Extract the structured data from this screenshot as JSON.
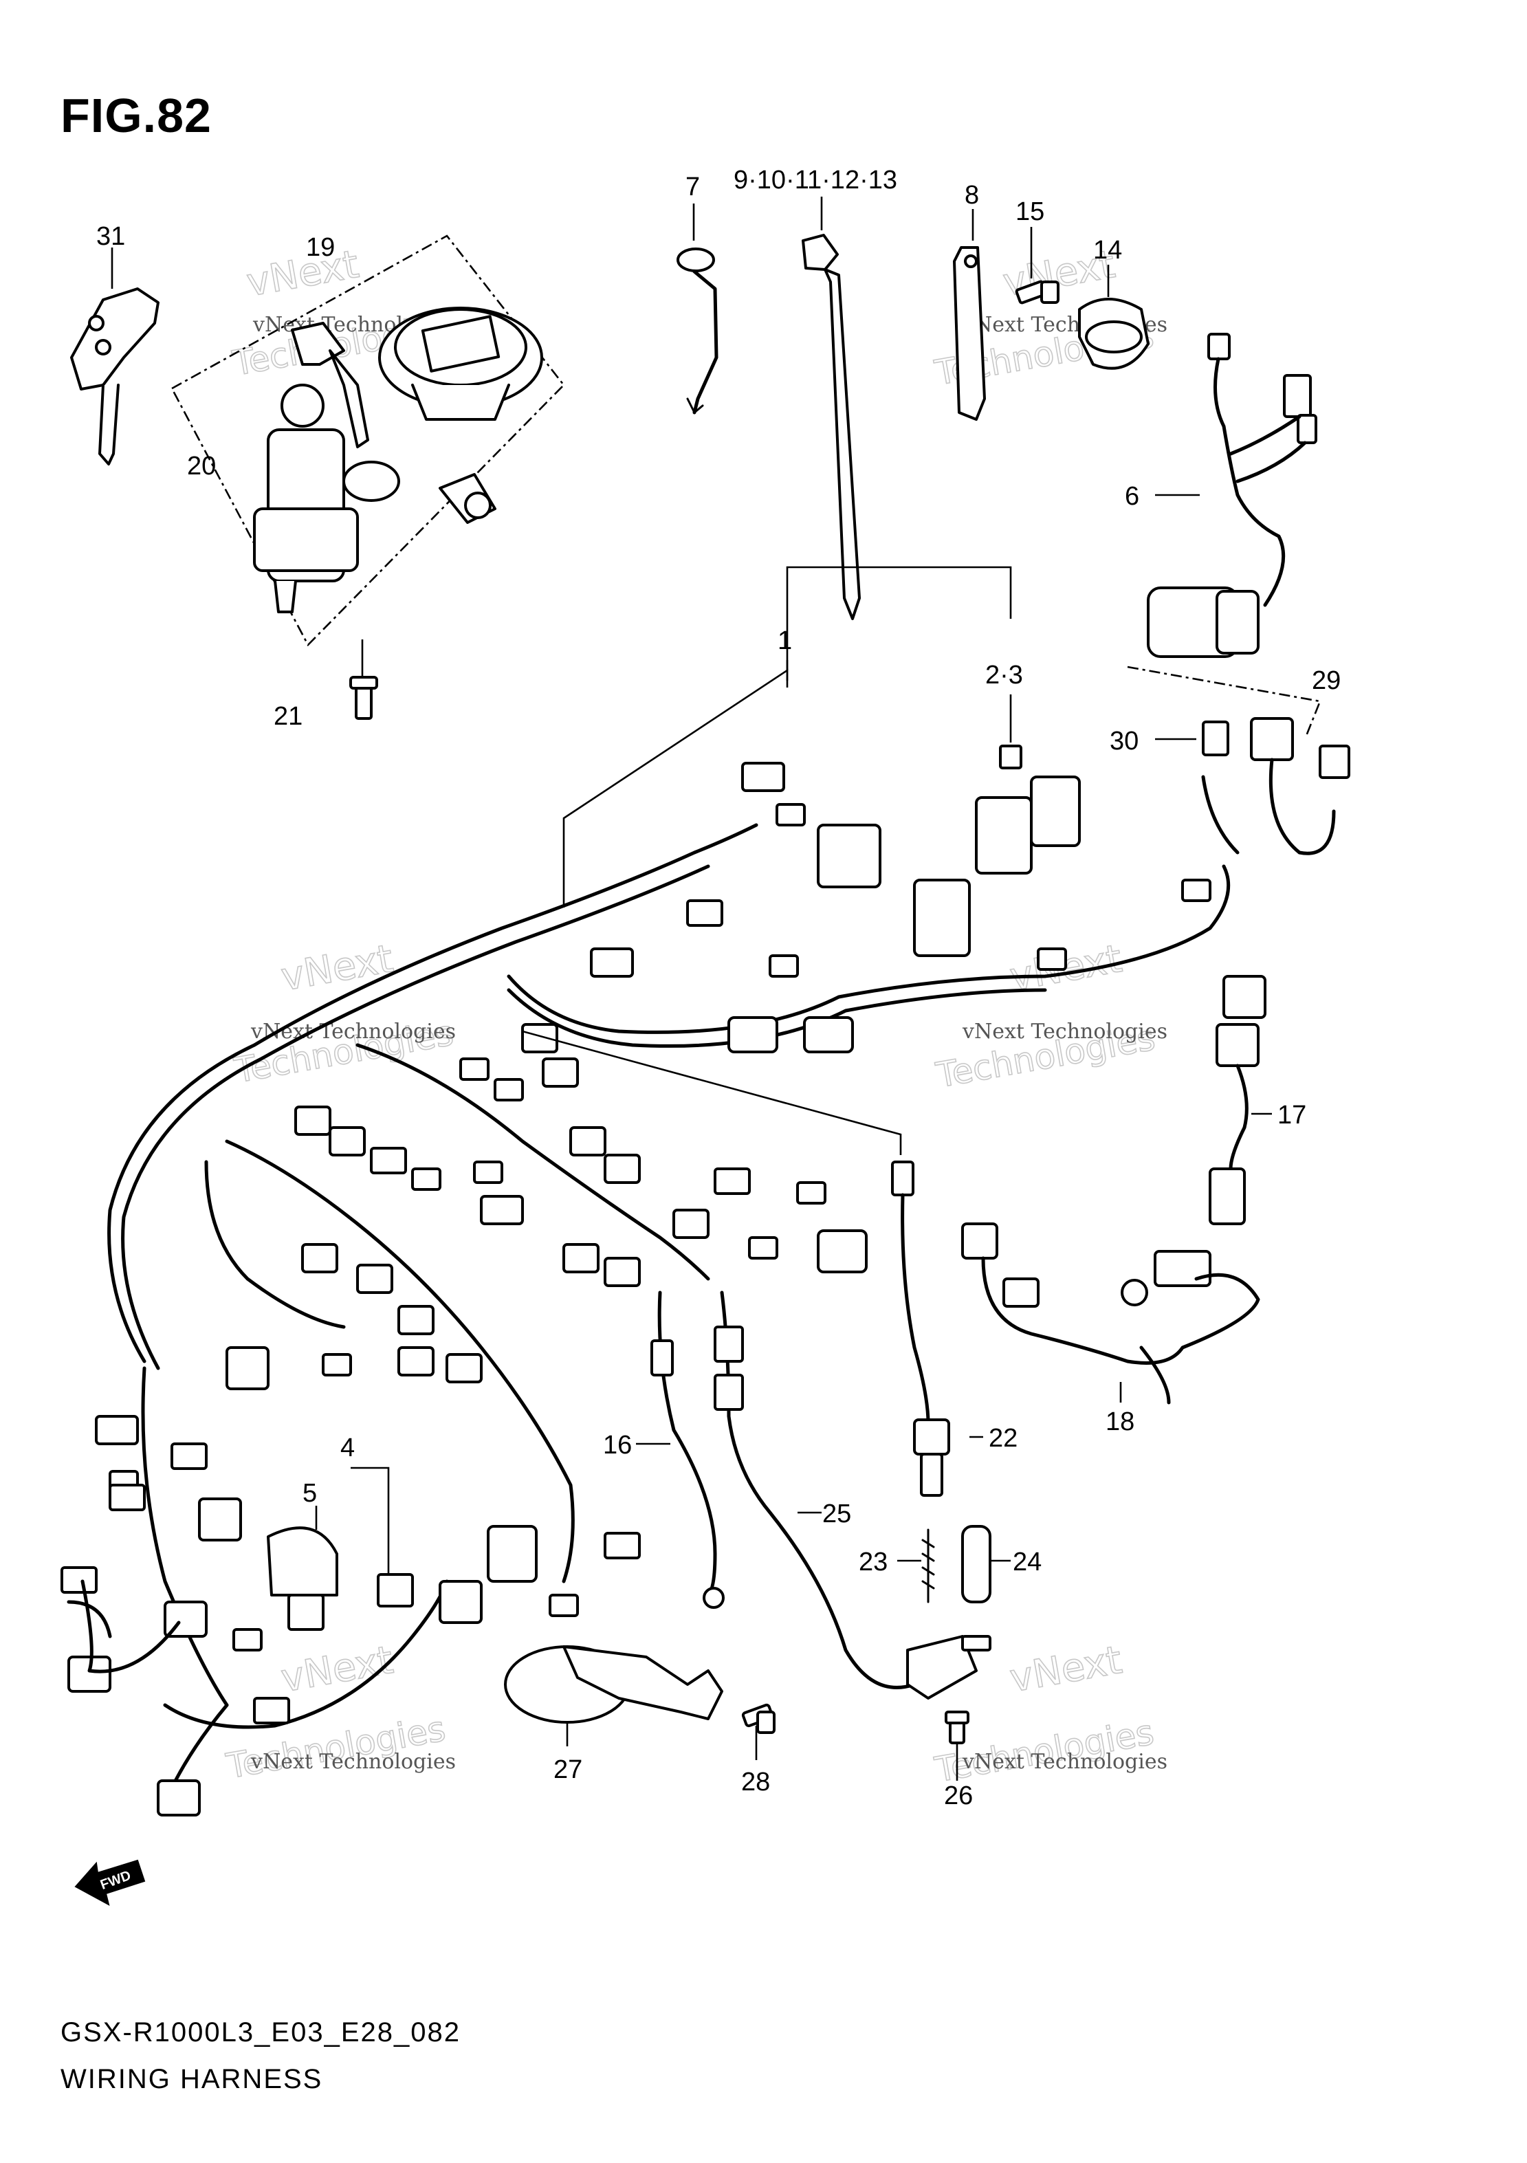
{
  "figure": {
    "title": "FIG.82",
    "model_code": "GSX-R1000L3_E03_E28_082",
    "name": "WIRING HARNESS"
  },
  "callouts": {
    "c1": "1",
    "c2_3": "2·3",
    "c4": "4",
    "c5": "5",
    "c6": "6",
    "c7": "7",
    "c8": "8",
    "c9_13": "9·10·11·12·13",
    "c14": "14",
    "c15": "15",
    "c16": "16",
    "c17": "17",
    "c18": "18",
    "c19": "19",
    "c20": "20",
    "c21": "21",
    "c22": "22",
    "c23": "23",
    "c24": "24",
    "c25": "25",
    "c26": "26",
    "c27": "27",
    "c28": "28",
    "c29": "29",
    "c30": "30",
    "c31": "31"
  },
  "watermark": {
    "line1": "vNext Technologies",
    "line2": "vNext",
    "line3": "Technologies"
  },
  "fwd_label": "FWD"
}
